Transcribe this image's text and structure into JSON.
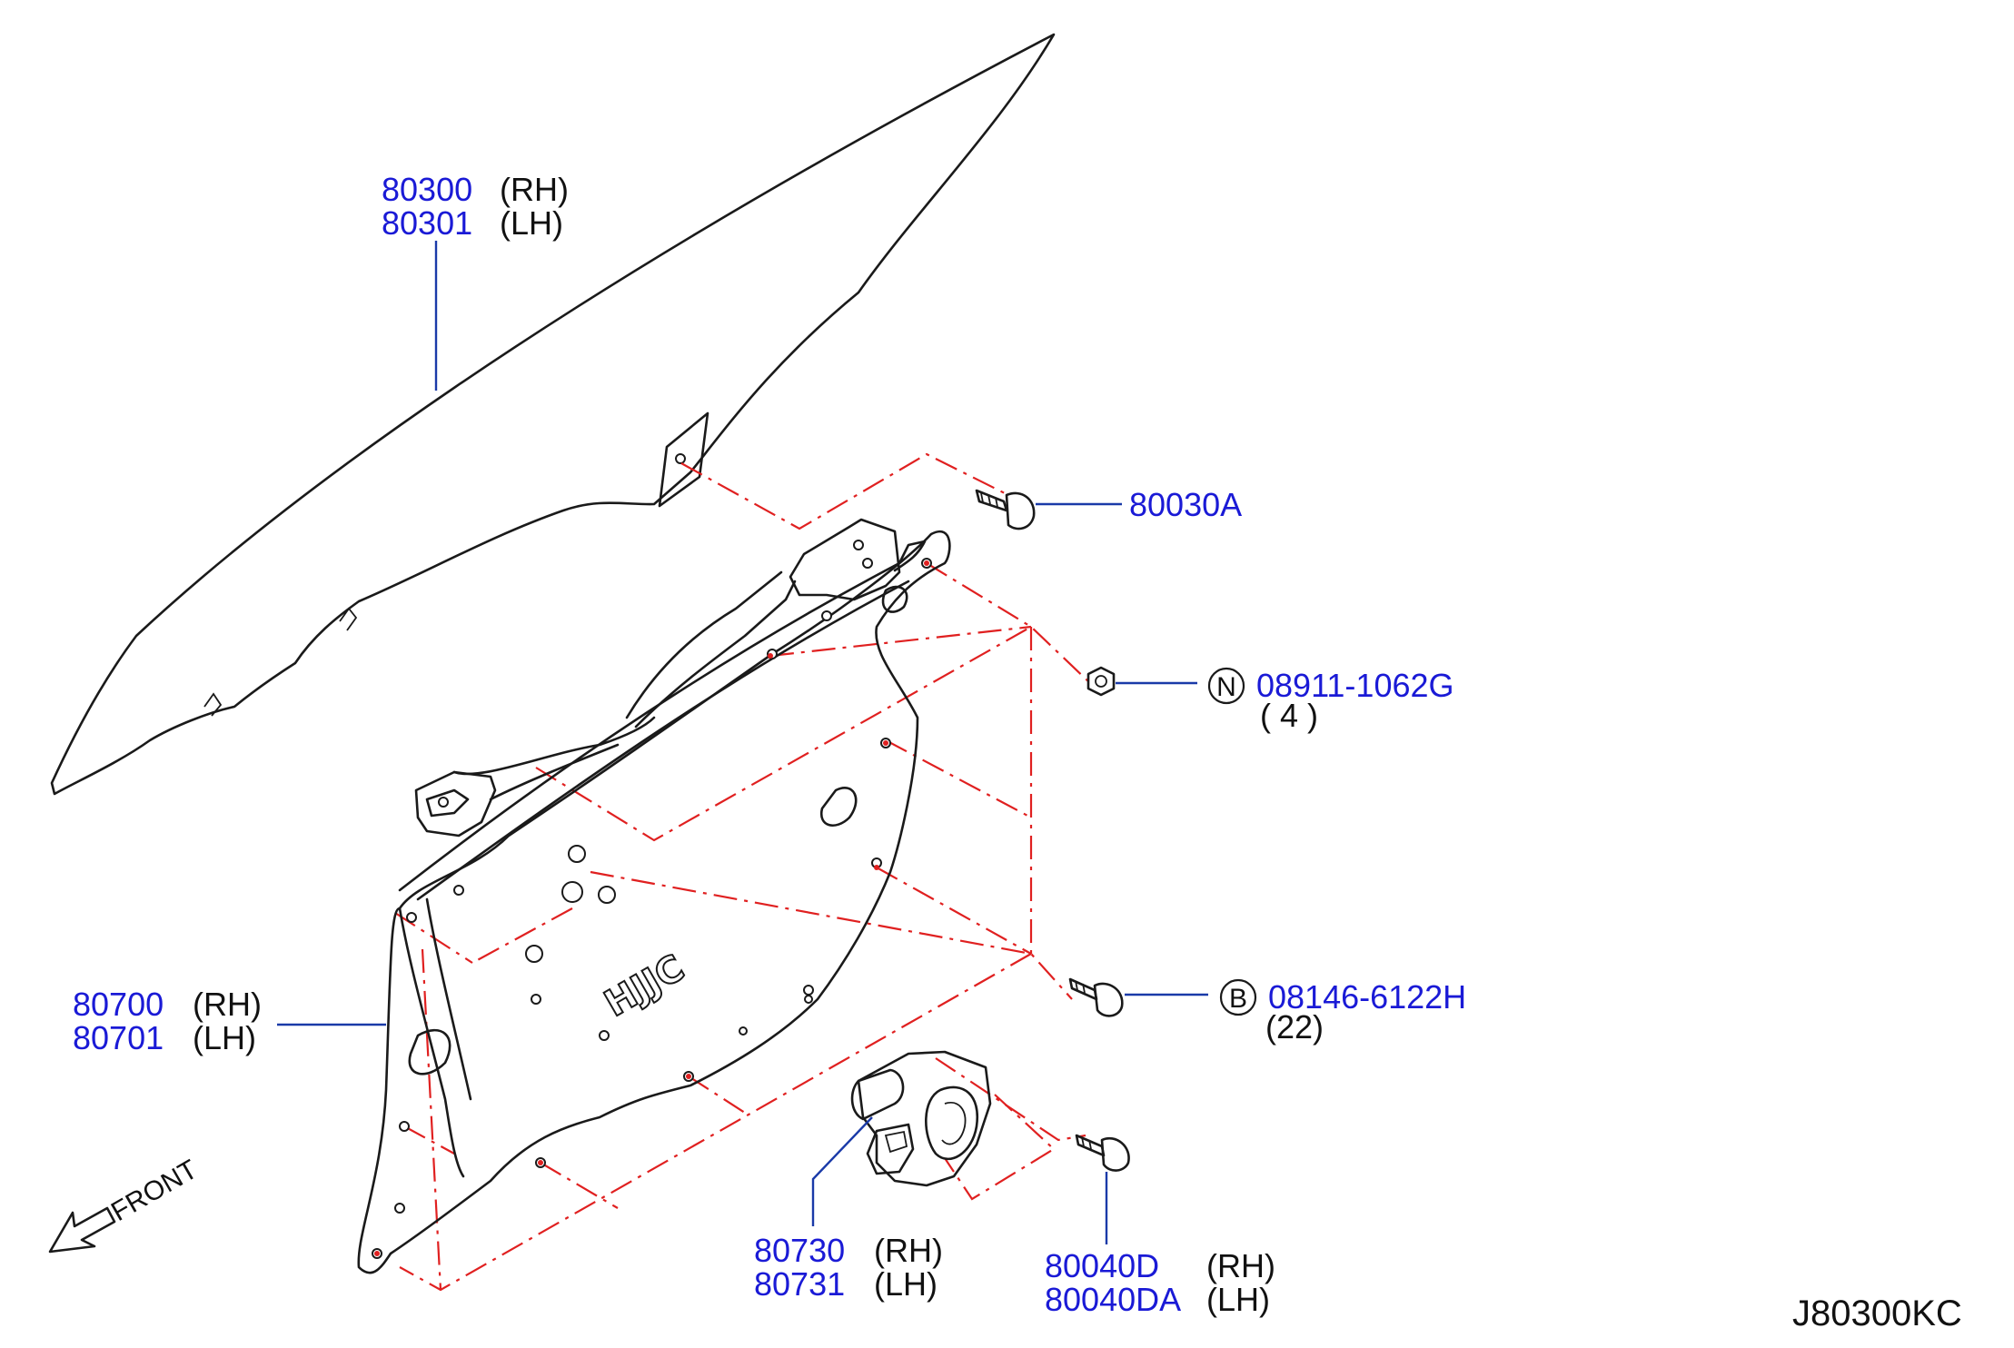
{
  "drawing_code": "J80300KC",
  "front_label": "FRONT",
  "callouts": {
    "glass": {
      "rh_part": "80300",
      "rh_side": "(RH)",
      "lh_part": "80301",
      "lh_side": "(LH)"
    },
    "glass_bolt": {
      "part": "80030A"
    },
    "nut": {
      "symbol": "N",
      "part": "08911-1062G",
      "qty": "( 4 )"
    },
    "regulator": {
      "rh_part": "80700",
      "rh_side": "(RH)",
      "lh_part": "80701",
      "lh_side": "(LH)"
    },
    "bolt_b": {
      "symbol": "B",
      "part": "08146-6122H",
      "qty": "(22)"
    },
    "motor": {
      "rh_part": "80730",
      "rh_side": "(RH)",
      "lh_part": "80731",
      "lh_side": "(LH)"
    },
    "motor_screw": {
      "rh_part": "80040D",
      "rh_side": "(RH)",
      "lh_part": "80040DA",
      "lh_side": "(LH)"
    }
  },
  "module_marking": "HJJC",
  "colors": {
    "part_number": "#1a1ad6",
    "leader": "#1a3aa8",
    "alignment_line": "#e02020",
    "outline": "#1a1a1a"
  }
}
